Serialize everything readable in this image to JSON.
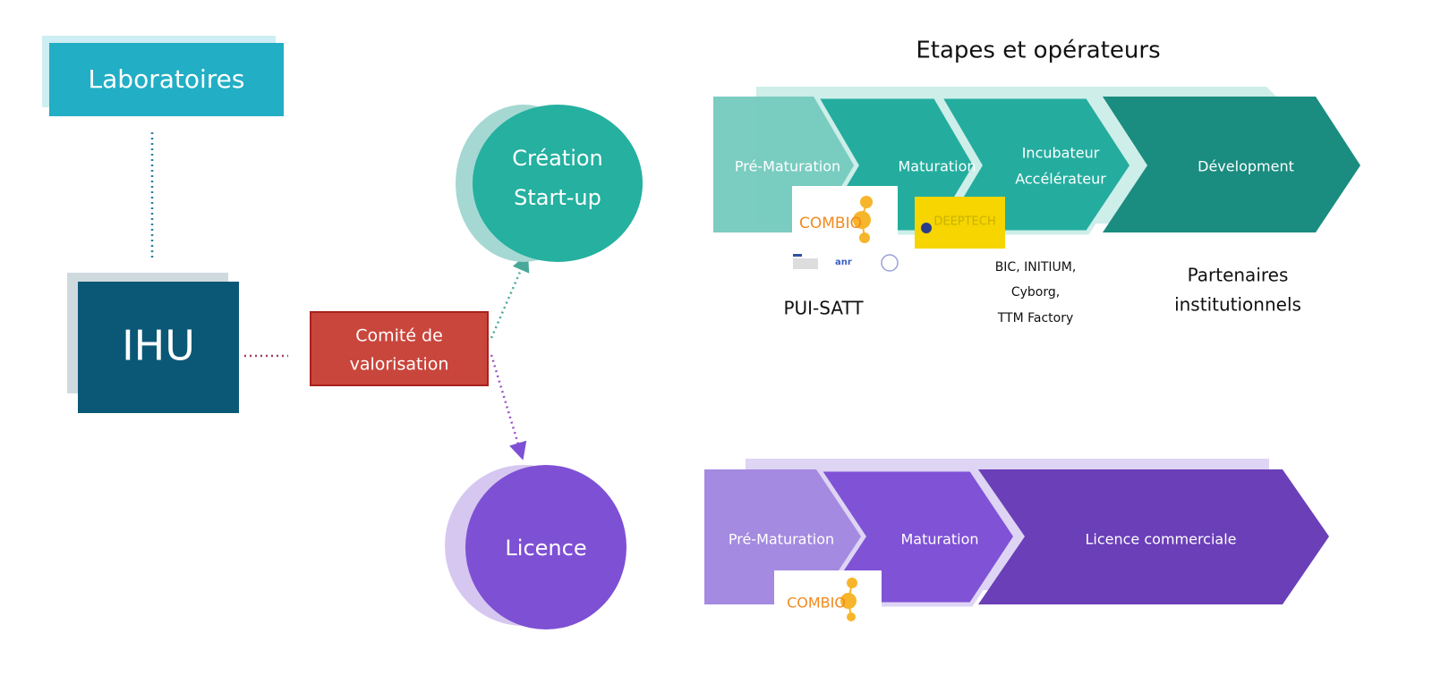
{
  "title": "Etapes et opérateurs",
  "left": {
    "laboratoires": "Laboratoires",
    "ihu": "IHU",
    "comite_line1": "Comité de",
    "comite_line2": "valorisation"
  },
  "creation": {
    "line1": "Création",
    "line2": "Start-up"
  },
  "licence": "Licence",
  "top_flow": {
    "steps": [
      "Pré-Maturation",
      "Maturation",
      "Incubateur",
      "Accélérateur",
      "Dévelopment"
    ],
    "logos": {
      "combio": "COMBIO",
      "deeptech": "DEEPTECH"
    },
    "pui_satt": "PUI-SATT",
    "incubators": [
      "BIC, INITIUM,",
      "Cyborg,",
      "TTM Factory"
    ],
    "partners": [
      "Partenaires",
      "institutionnels"
    ]
  },
  "bottom_flow": {
    "steps": [
      "Pré-Maturation",
      "Maturation",
      "Licence commerciale"
    ],
    "logo": "COMBIO"
  },
  "colors": {
    "lab": "#22aec4",
    "ihu": "#0b5876",
    "comite": "#c9463d",
    "teal": "#25b0a0",
    "teal_dark": "#1a8c80",
    "purple": "#7e50d4",
    "purple_dark": "#6a3fb8"
  }
}
